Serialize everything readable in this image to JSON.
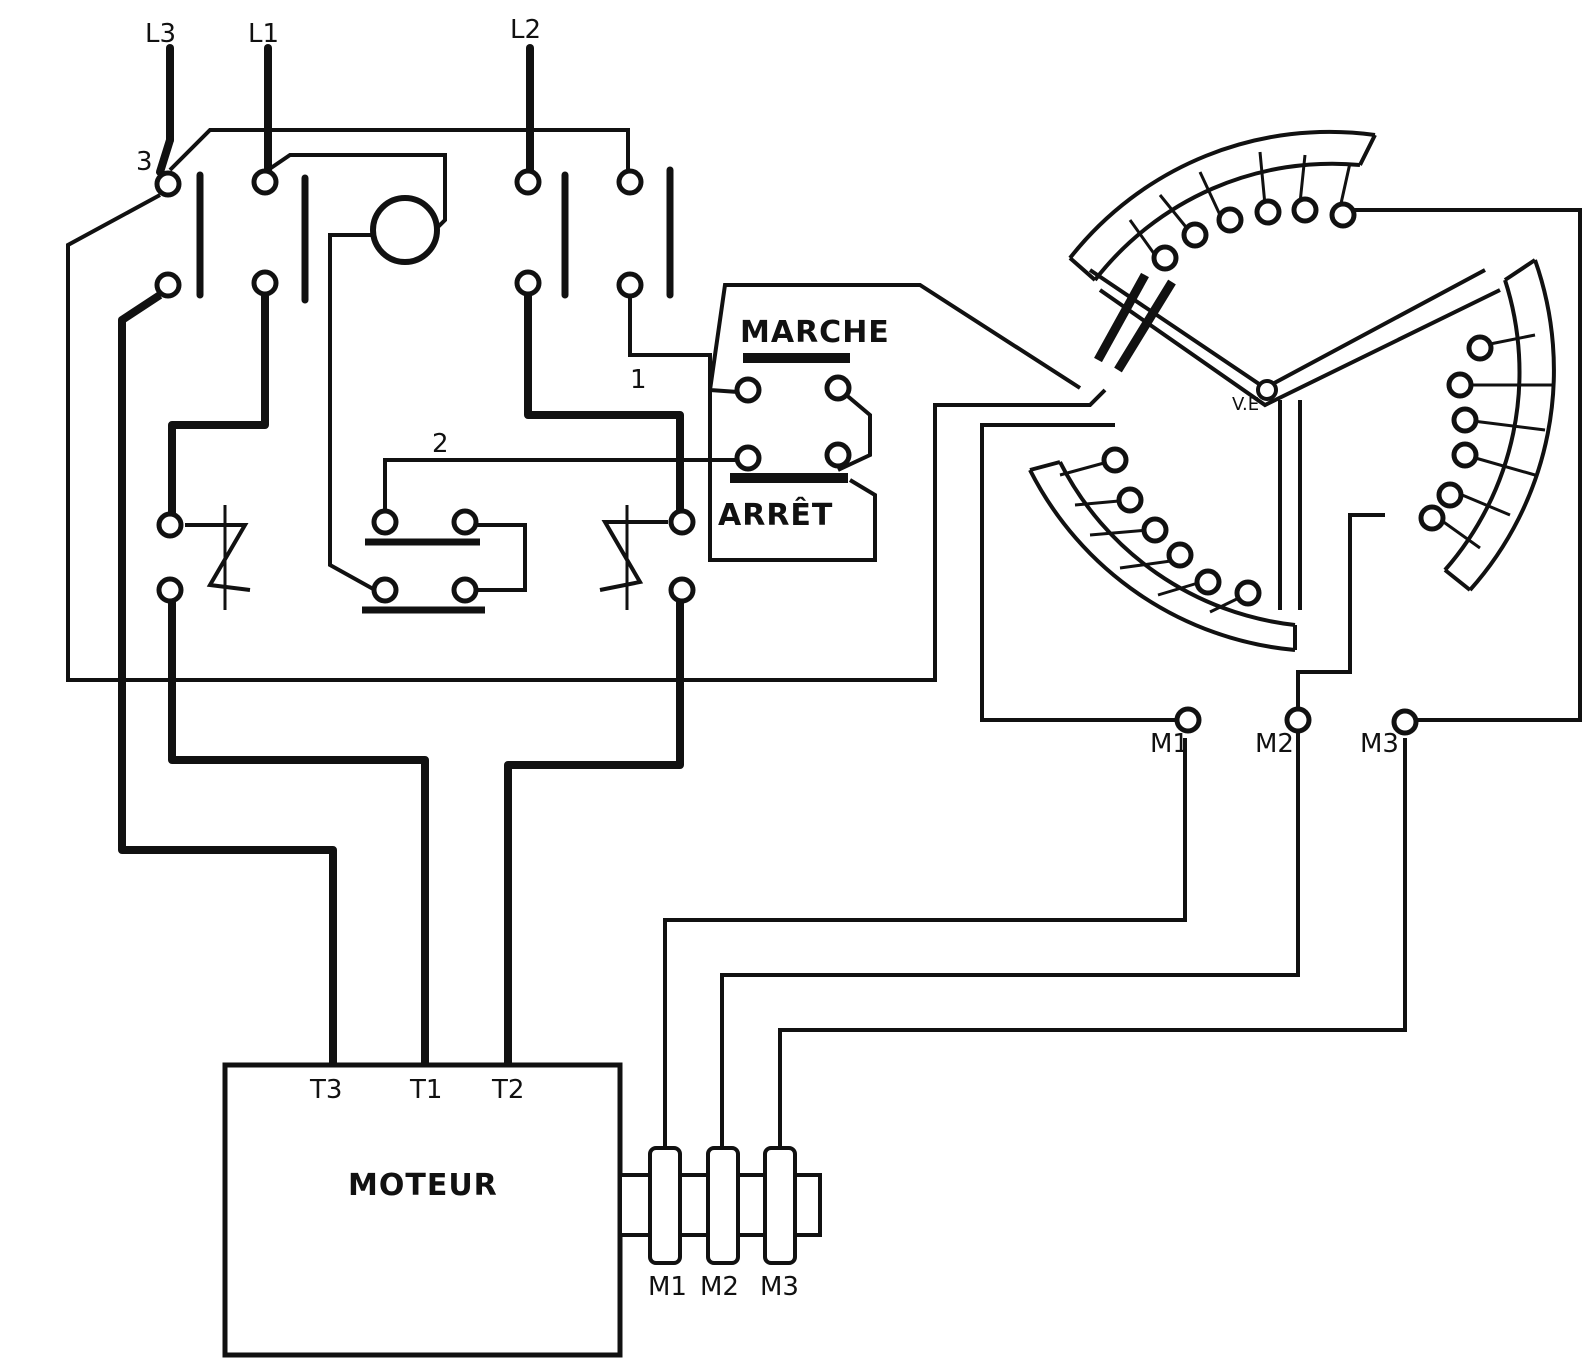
{
  "labels": {
    "L3": "L3",
    "L1": "L1",
    "L2": "L2",
    "n3": "3",
    "n1": "1",
    "n2": "2",
    "marche": "MARCHE",
    "arret": "ARRÊT",
    "ve": "V.E",
    "M1_top": "M1",
    "M2_top": "M2",
    "M3_top": "M3",
    "T3": "T3",
    "T1": "T1",
    "T2": "T2",
    "moteur": "MOTEUR",
    "M1_bot": "M1",
    "M2_bot": "M2",
    "M3_bot": "M3"
  },
  "colors": {
    "ink": "#111111",
    "paper": "#ffffff"
  }
}
